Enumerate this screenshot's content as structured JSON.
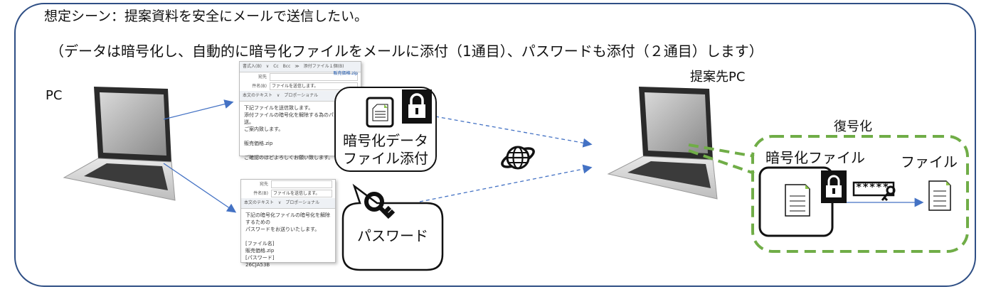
{
  "title": "想定シーン：提案資料を安全にメールで送信したい。",
  "subtitle": "（データは暗号化し、自動的に暗号化ファイルをメールに添付（1通目）、パスワードも添付（２通目）します）",
  "sender_label": "PC",
  "receiver_label": "提案先PC",
  "decrypt_label": "復号化",
  "encrypted_file_label": "暗号化ファイル",
  "file_label": "ファイル",
  "callout_attach": [
    "暗号化データ",
    "ファイル添付"
  ],
  "callout_password": "パスワード",
  "password_mask": "*****",
  "mail1": {
    "toolbar": "書式入(B)　∨　Cc　Bcc　≫　添付ファイル１個(B)",
    "attachment": "販売価格.zip",
    "to_label": "宛先",
    "subject_label": "件名(B)",
    "subject": "ファイルを送信します。",
    "format": "本文のテキスト　∨　プロポーショナル",
    "body": "下記ファイルを送信致します。\n添付ファイルの暗号化を解除する為のパスワード\n送。\nご案内致します。\n\n販売価格.zip\n\nご確認のほどよろしくお願い致します。"
  },
  "mail2": {
    "to_label": "宛先",
    "subject_label": "件名(B)",
    "subject": "ファイルを送信します。",
    "format": "本文のテキスト　∨　プロポーショナル",
    "body": "下記の暗号化ファイルの暗号化を解除するための\nパスワードをお送りいたします。\n\n[ファイル名]\n販売価格.zip\n[パスワード]\n26CJA53B"
  },
  "icons": [
    "laptop-icon",
    "lock-icon",
    "document-icon",
    "key-icon",
    "globe-icon",
    "password-key-icon"
  ],
  "colors": {
    "frame": "#2f4f85",
    "arrow": "#4472c4",
    "dashed_green": "#70ad47",
    "paper_accent": "#8bc34a"
  }
}
